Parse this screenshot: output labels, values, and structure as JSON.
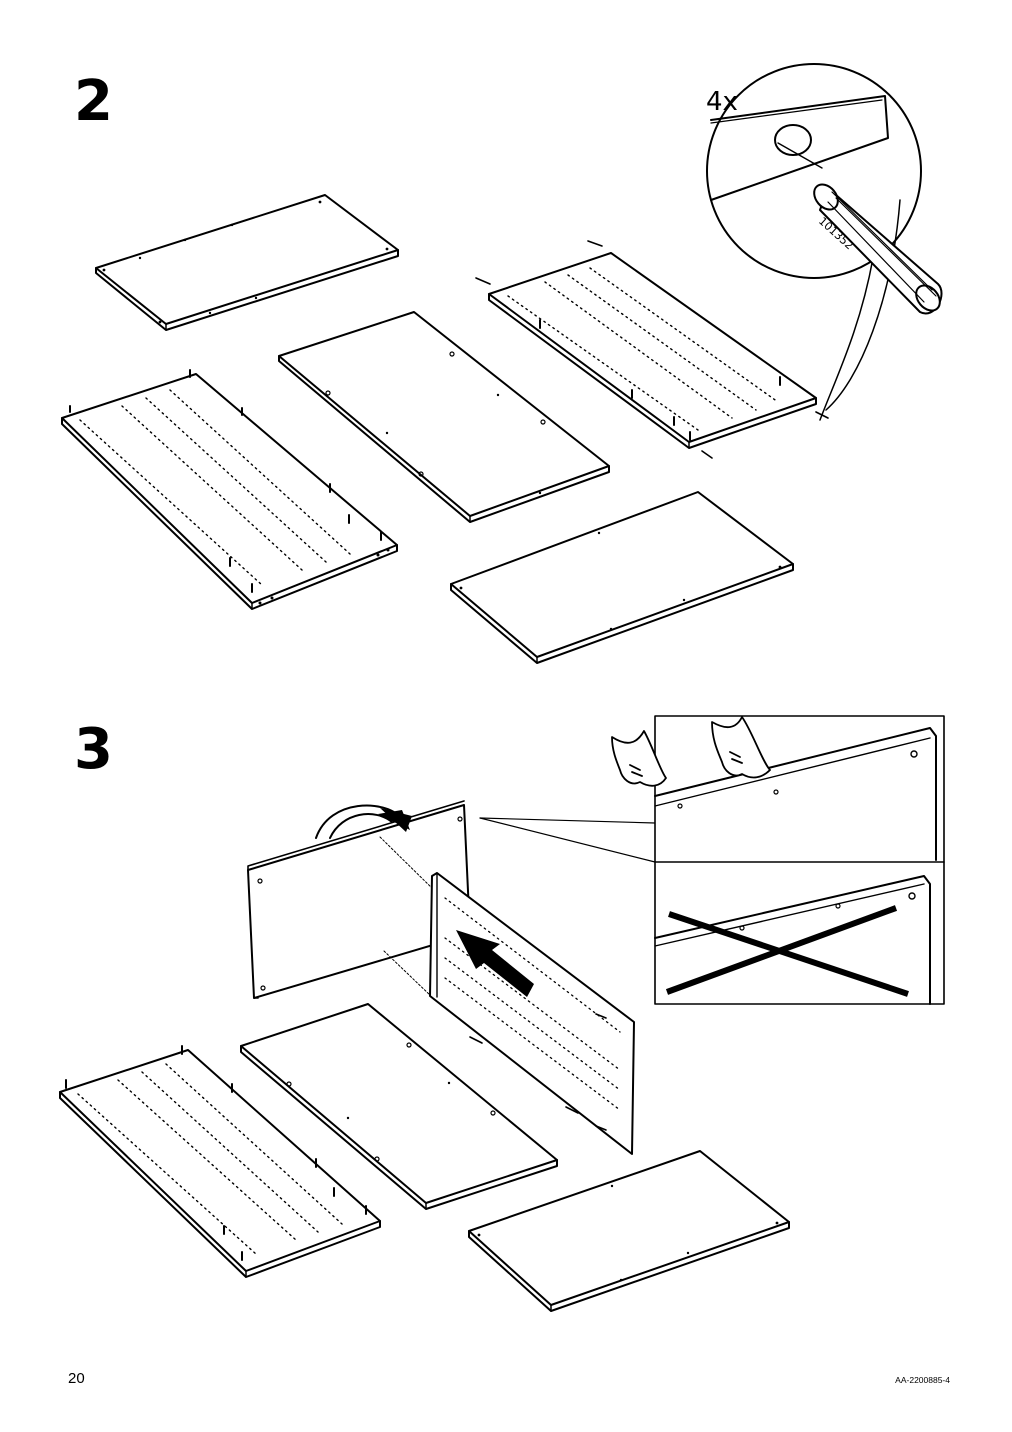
{
  "page": {
    "page_number": "20",
    "doc_code": "AA-2200885-4"
  },
  "steps": [
    {
      "number": "2",
      "callout": {
        "quantity": "4x",
        "part_number": "101352"
      }
    },
    {
      "number": "3"
    }
  ],
  "icons": [
    "panel-illustration",
    "dowel-icon",
    "magnifier-callout",
    "curved-arrow-icon",
    "push-arrow-icon",
    "pointing-hand-icon",
    "cross-mark-icon"
  ],
  "colors": {
    "ink": "#000000",
    "paper": "#ffffff"
  }
}
